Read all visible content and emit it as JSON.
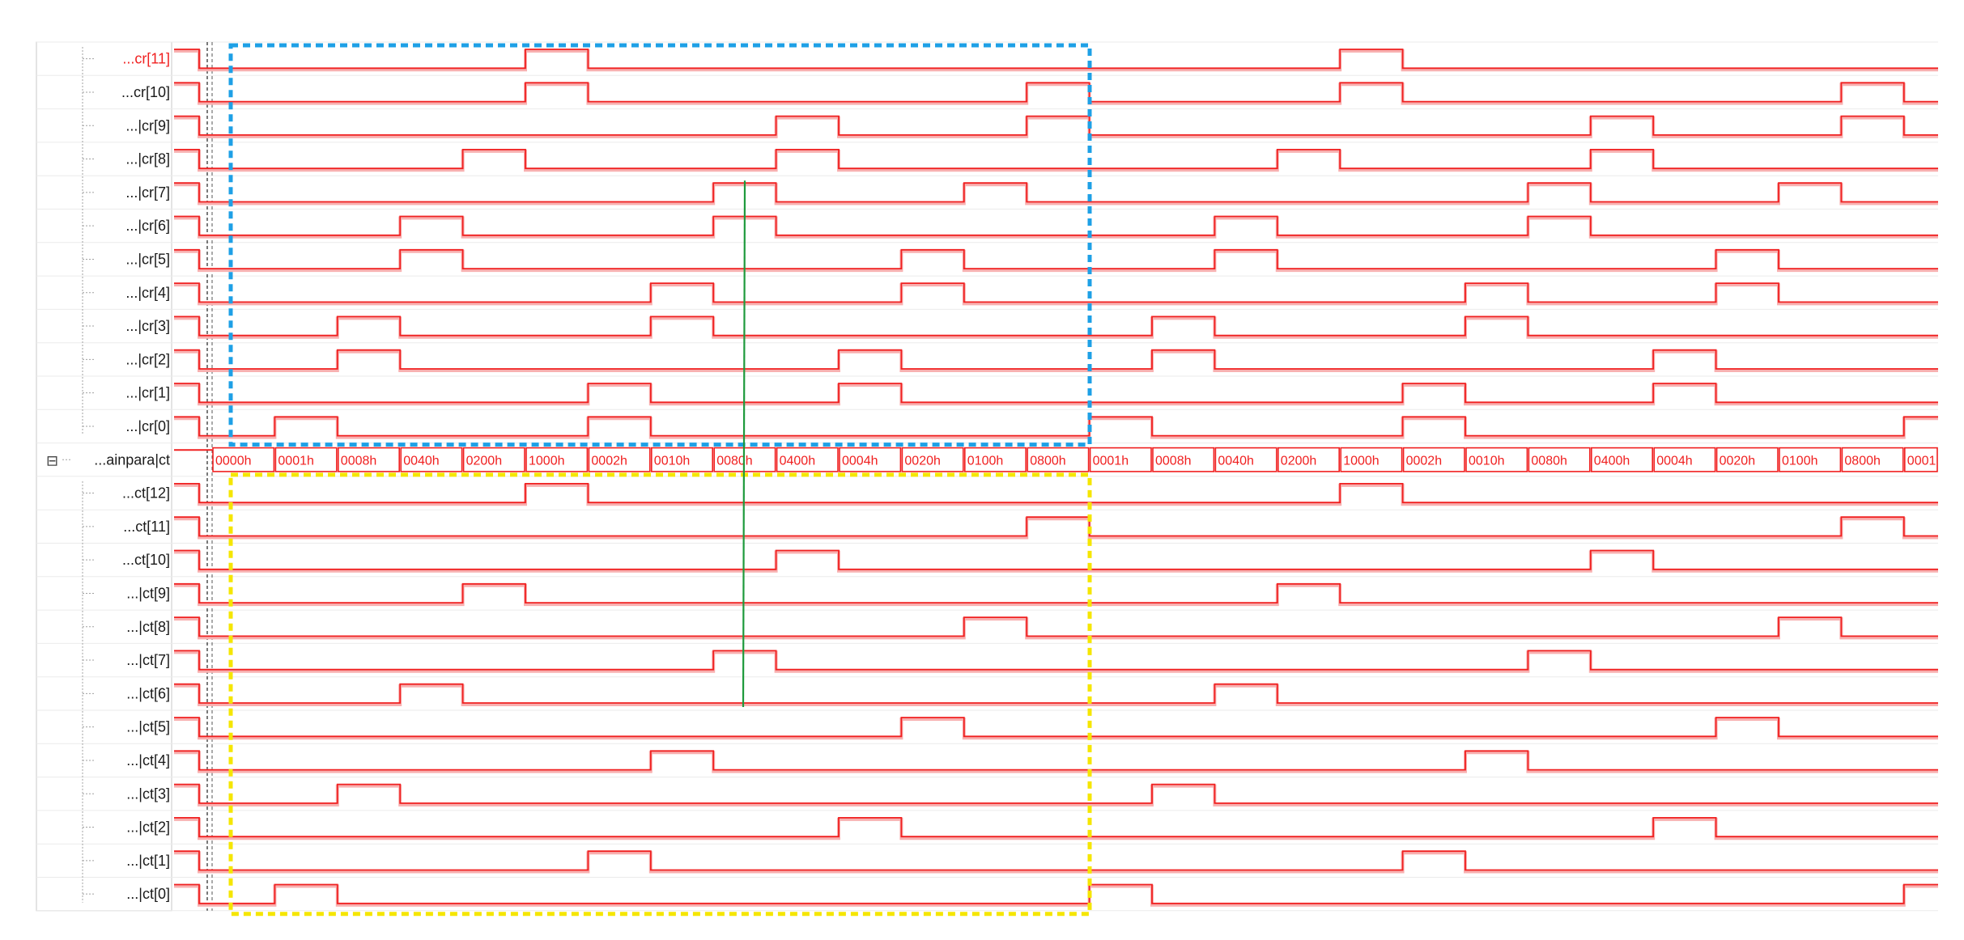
{
  "colors": {
    "wave": "#f02020",
    "wave_shadow": "#f8b0b0",
    "label_red": "#f02020",
    "label_dark": "#1a1a1a",
    "tree_line": "#a0a0a0",
    "grid": "#c8c8c8",
    "blue_box": "#1ea0e6",
    "yellow_box": "#f5e600",
    "cursor_green": "#1e9a3c"
  },
  "bus": {
    "label": "...ainpara|ct",
    "expander": "⊟",
    "values": [
      "0000h",
      "0001h",
      "0008h",
      "0040h",
      "0200h",
      "1000h",
      "0002h",
      "0010h",
      "0080h",
      "0400h",
      "0004h",
      "0020h",
      "0100h",
      "0800h",
      "0001h",
      "0008h",
      "0040h",
      "0200h",
      "1000h",
      "0002h",
      "0010h",
      "0080h",
      "0400h",
      "0004h",
      "0020h",
      "0100h",
      "0800h",
      "0001"
    ]
  },
  "cr_signals": [
    {
      "label": "...cr[11]",
      "pulses": [
        5,
        18
      ]
    },
    {
      "label": "...cr[10]",
      "pulses": [
        5,
        13,
        18,
        26
      ]
    },
    {
      "label": "...|cr[9]",
      "pulses": [
        9,
        13,
        22,
        26
      ]
    },
    {
      "label": "...|cr[8]",
      "pulses": [
        4,
        9,
        17,
        22
      ]
    },
    {
      "label": "...|cr[7]",
      "pulses": [
        8,
        12,
        21,
        25
      ]
    },
    {
      "label": "...|cr[6]",
      "pulses": [
        3,
        8,
        16,
        21
      ]
    },
    {
      "label": "...|cr[5]",
      "pulses": [
        3,
        11,
        16,
        24
      ]
    },
    {
      "label": "...|cr[4]",
      "pulses": [
        7,
        11,
        20,
        24
      ]
    },
    {
      "label": "...|cr[3]",
      "pulses": [
        2,
        7,
        15,
        20
      ]
    },
    {
      "label": "...|cr[2]",
      "pulses": [
        2,
        10,
        15,
        23
      ]
    },
    {
      "label": "...|cr[1]",
      "pulses": [
        6,
        10,
        19,
        23
      ]
    },
    {
      "label": "...|cr[0]",
      "pulses": [
        1,
        6,
        14,
        19,
        27
      ]
    }
  ],
  "ct_signals": [
    {
      "label": "...ct[12]",
      "pulses": [
        5,
        18
      ]
    },
    {
      "label": "...ct[11]",
      "pulses": [
        13,
        26
      ]
    },
    {
      "label": "...ct[10]",
      "pulses": [
        9,
        22
      ]
    },
    {
      "label": "...|ct[9]",
      "pulses": [
        4,
        17
      ]
    },
    {
      "label": "...|ct[8]",
      "pulses": [
        12,
        25
      ]
    },
    {
      "label": "...|ct[7]",
      "pulses": [
        8,
        21
      ]
    },
    {
      "label": "...|ct[6]",
      "pulses": [
        3,
        16
      ]
    },
    {
      "label": "...|ct[5]",
      "pulses": [
        11,
        24
      ]
    },
    {
      "label": "...|ct[4]",
      "pulses": [
        7,
        20
      ]
    },
    {
      "label": "...|ct[3]",
      "pulses": [
        2,
        15
      ]
    },
    {
      "label": "...|ct[2]",
      "pulses": [
        10,
        23
      ]
    },
    {
      "label": "...|ct[1]",
      "pulses": [
        6,
        19
      ]
    },
    {
      "label": "...|ct[0]",
      "pulses": [
        1,
        14,
        27
      ]
    }
  ],
  "annotations": {
    "blue_box": "dashed-blue",
    "yellow_box": "dashed-yellow",
    "cursor": "green-cursor"
  }
}
